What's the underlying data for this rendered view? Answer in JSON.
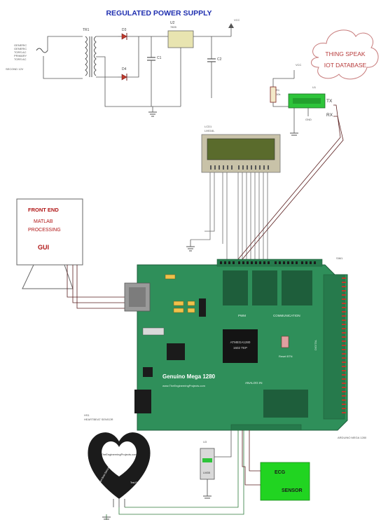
{
  "colors": {
    "title": "#1f2fb0",
    "wire_dark": "#5a1e1e",
    "wire_gray": "#6b6b6b",
    "wire_green": "#2d7a3a",
    "board": "#2f8f5a",
    "board_dark": "#267a4c",
    "sensor_green": "#21d421",
    "cloud_text": "#b73a3a",
    "lcd_screen": "#5a6b2c",
    "module_green": "#2ec43a",
    "gui_text": "#b01515"
  },
  "power_supply": {
    "title": "REGULATED POWER SUPPLY",
    "transformer_ref": "TR1",
    "d3_ref": "D3",
    "d4_ref": "D4",
    "u2_ref": "U2",
    "u2_part": "7805",
    "c1_ref": "C1",
    "c2_ref": "C2",
    "vcc": "VCC",
    "source_lines": [
      "GENERIC",
      "GENERIC",
      "TORS AC",
      "PRIMARY",
      "TORS AC",
      "SECOND 12V"
    ]
  },
  "cloud": {
    "line1": "THING SPEAK",
    "line2": "IOT DATABASE"
  },
  "iot_module": {
    "r_ref": "R1",
    "r_val": "10k",
    "u_ref": "U1",
    "tx": "TX",
    "rx": "RX"
  },
  "lcd": {
    "ref": "LCD1",
    "model": "LM016L"
  },
  "gui": {
    "line1": "FRONT END",
    "line2": "MATLAB",
    "line3": "PROCESSING",
    "line4": "GUI"
  },
  "board": {
    "ref": "SIM1",
    "name": "Genuino Mega 1280",
    "site": "www.TheEngineeringProjects.com",
    "chip_line1": "ATMEGA1280",
    "chip_line2": "1602 TEP",
    "reset": "Reset BTN",
    "pwm": "PWM",
    "communication": "COMMUNICATION",
    "analog": "ANALOG IN",
    "digital": "DIGITAL",
    "footer": "ARDUINO MEGA 1280"
  },
  "heart_sensor": {
    "ref": "HS1",
    "type": "HEARTBEAT SENSOR",
    "site": "TheEngineeringProjects.com",
    "left_label": "Heart Beat Sensor",
    "test_label": "Test Pin"
  },
  "ecg": {
    "line1": "ECG",
    "line2": "SENSOR"
  },
  "temp": {
    "ref": "U3",
    "label": "LM35"
  }
}
